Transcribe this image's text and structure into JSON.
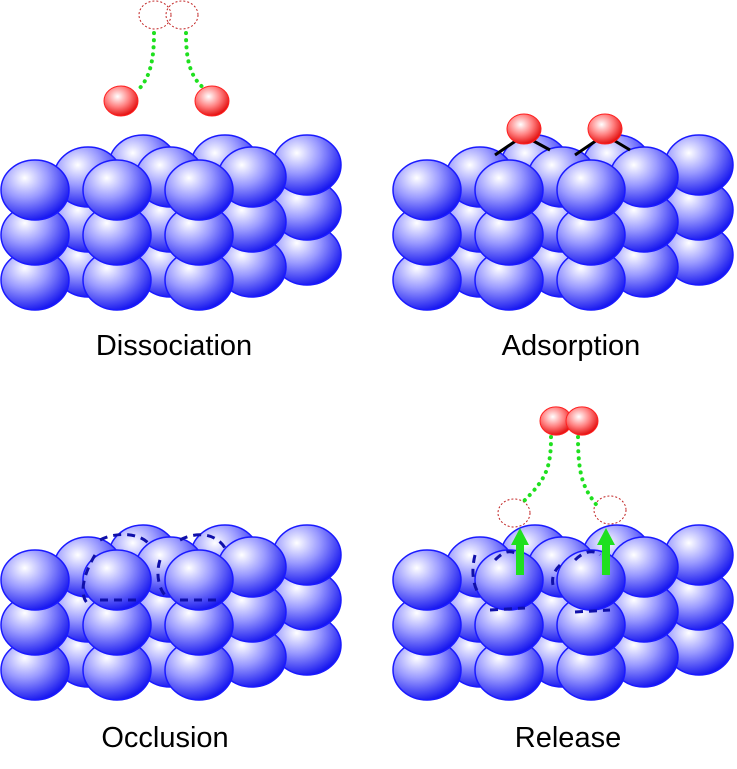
{
  "panels": [
    {
      "id": "dissociation",
      "label": "Dissociation"
    },
    {
      "id": "adsorption",
      "label": "Adsorption"
    },
    {
      "id": "occlusion",
      "label": "Occlusion"
    },
    {
      "id": "release",
      "label": "Release"
    }
  ],
  "colors": {
    "metal_atom": "#1a1aff",
    "gas_atom": "#ff2020",
    "trajectory": "#1fe01f",
    "bond": "#000000",
    "ghost_outline": "#c02020"
  }
}
